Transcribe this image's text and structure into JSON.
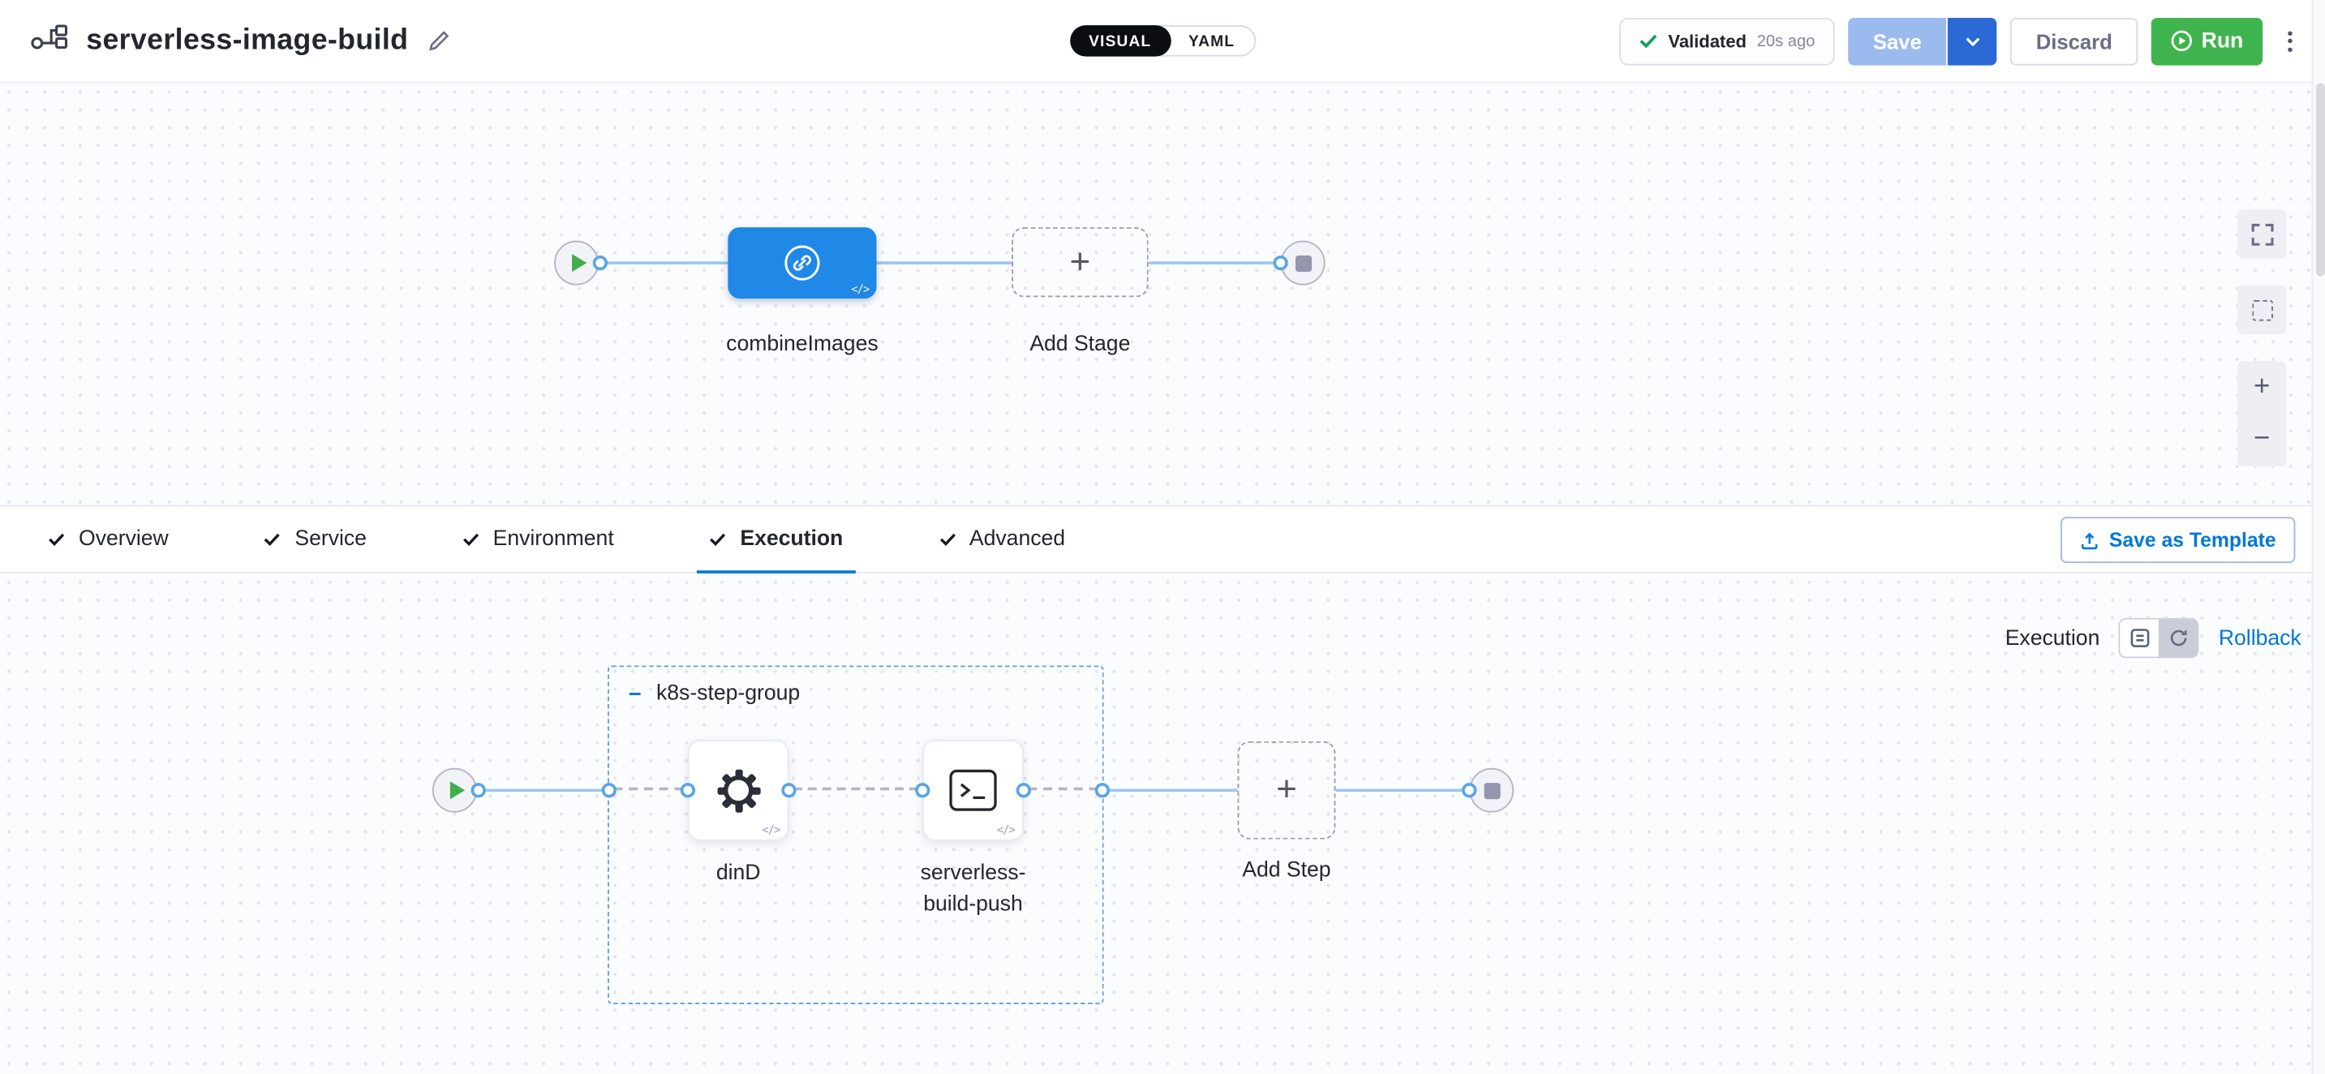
{
  "header": {
    "title": "serverless-image-build",
    "mode_toggle": {
      "visual": "VISUAL",
      "yaml": "YAML"
    },
    "validated": {
      "label": "Validated",
      "time_ago": "20s ago"
    },
    "save": "Save",
    "discard": "Discard",
    "run": "Run"
  },
  "stage_canvas": {
    "stage_name": "combineImages",
    "add_stage": "Add Stage",
    "code_glyph": "</>"
  },
  "tabs": {
    "items": [
      {
        "label": "Overview"
      },
      {
        "label": "Service"
      },
      {
        "label": "Environment"
      },
      {
        "label": "Execution"
      },
      {
        "label": "Advanced"
      }
    ],
    "selected": "Execution",
    "save_as_template": "Save as Template"
  },
  "execution": {
    "mode_label": "Execution",
    "rollback": "Rollback",
    "group_label": "k8s-step-group",
    "steps": [
      {
        "name": "dinD"
      },
      {
        "name": "serverless-build-push"
      }
    ],
    "add_step": "Add Step",
    "code_glyph": "</>"
  },
  "icons": {
    "plus": "+",
    "minus": "−"
  },
  "colors": {
    "primary_blue": "#0278d5",
    "stage_blue": "#2088e6",
    "run_green": "#3fb44e",
    "validated_green": "#12a152",
    "connector_blue": "#9dc8f0"
  }
}
